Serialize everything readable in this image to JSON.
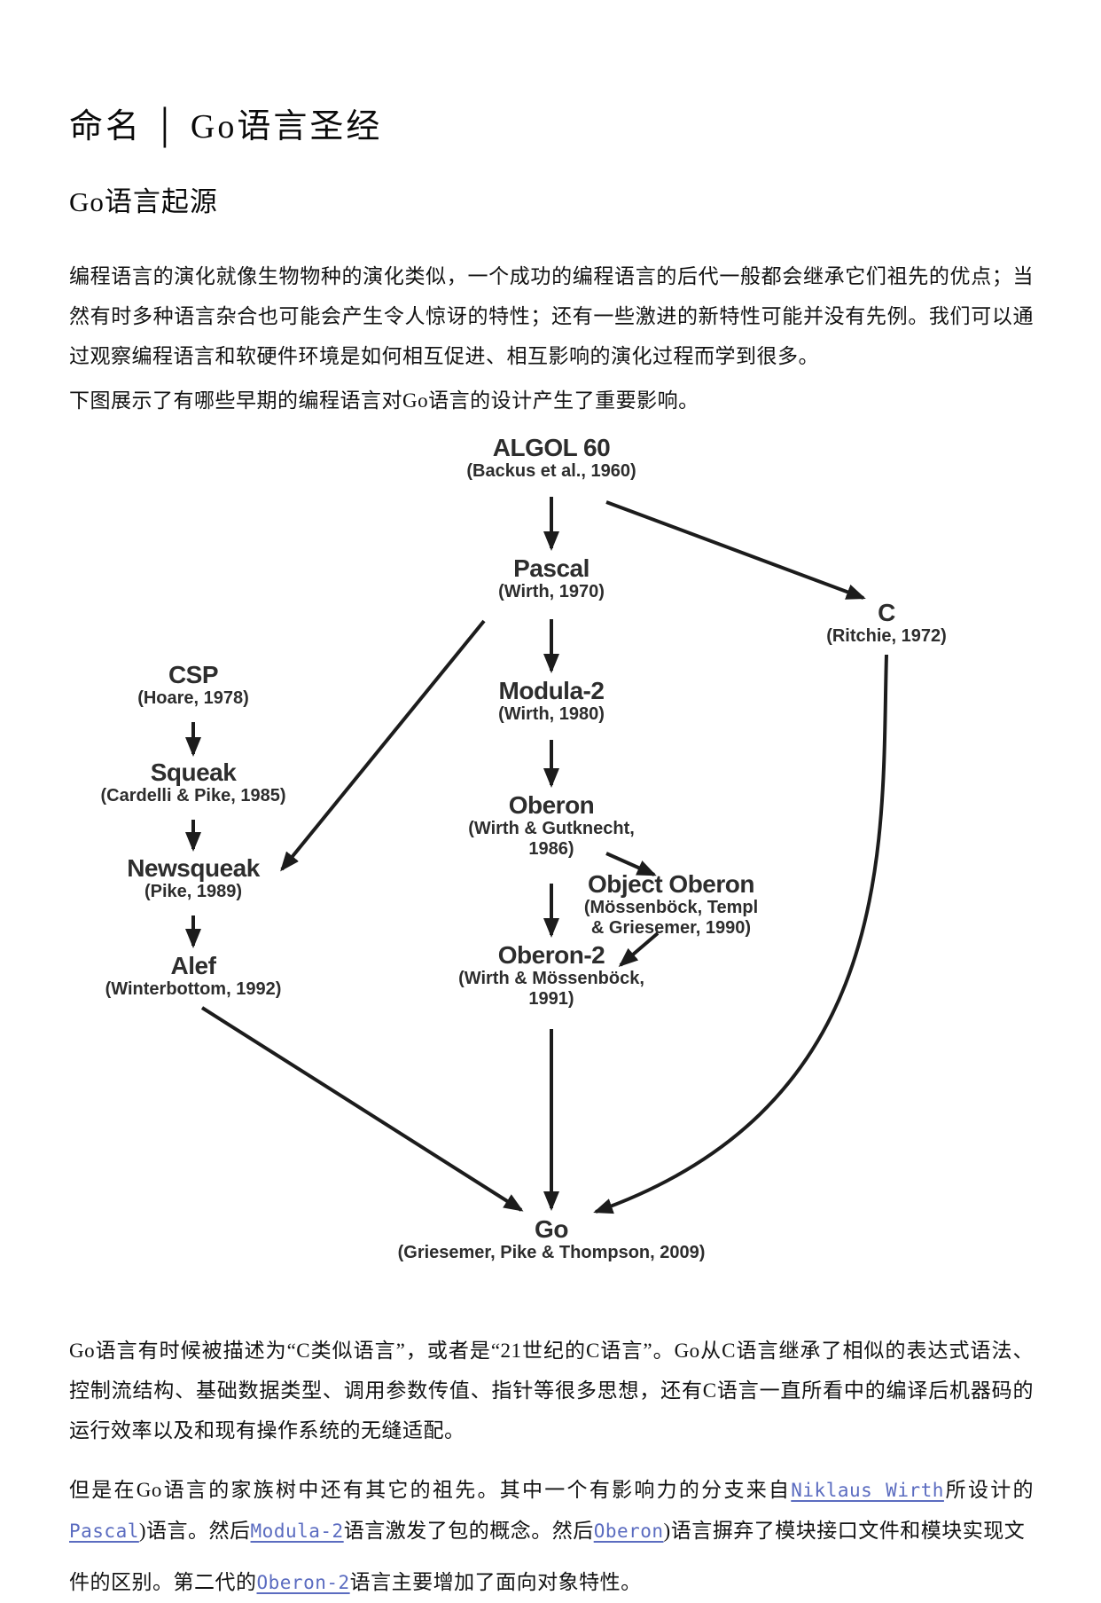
{
  "colors": {
    "link": "#5b6cc0",
    "text": "#111111",
    "diagram_ink": "#1c1c1c"
  },
  "page": {
    "title": "命名 │ Go语言圣经",
    "section_heading": "Go语言起源",
    "paragraph1": "编程语言的演化就像生物物种的演化类似，一个成功的编程语言的后代一般都会继承它们祖先的优点；当然有时多种语言杂合也可能会产生令人惊讶的特性；还有一些激进的新特性可能并没有先例。我们可以通过观察编程语言和软硬件环境是如何相互促进、相互影响的演化过程而学到很多。",
    "paragraph2": "下图展示了有哪些早期的编程语言对Go语言的设计产生了重要影响。",
    "paragraph3": "Go语言有时候被描述为“C类似语言”，或者是“21世纪的C语言”。Go从C语言继承了相似的表达式语法、控制流结构、基础数据类型、调用参数传值、指针等很多思想，还有C语言一直所看中的编译后机器码的运行效率以及和现有操作系统的无缝适配。",
    "paragraph4": {
      "t1": "但是在Go语言的家族树中还有其它的祖先。其中一个有影响力的分支来自",
      "link1": "Niklaus Wirth",
      "t2": "所设计的",
      "link2": "Pascal",
      "t3": ")语言。然后",
      "link3": "Modula-2",
      "t4": "语言激发了包的概念。然后",
      "link4": "Oberon",
      "t5": ")语言摒弃了模块接口文件和模块实现文"
    },
    "paragraph5_partial": {
      "t1": "件的区别。第二代的",
      "link1": "Oberon-2",
      "t2": "语言主要增加了面向对象特性。"
    }
  },
  "diagram": {
    "type": "language-family-tree",
    "nodes": [
      {
        "name": "ALGOL 60",
        "sub": "(Backus et al., 1960)"
      },
      {
        "name": "Pascal",
        "sub": "(Wirth, 1970)"
      },
      {
        "name": "C",
        "sub": "(Ritchie, 1972)"
      },
      {
        "name": "CSP",
        "sub": "(Hoare, 1978)"
      },
      {
        "name": "Modula-2",
        "sub": "(Wirth, 1980)"
      },
      {
        "name": "Squeak",
        "sub": "(Cardelli & Pike, 1985)"
      },
      {
        "name": "Oberon",
        "sub": "(Wirth & Gutknecht,\n1986)"
      },
      {
        "name": "Newsqueak",
        "sub": "(Pike, 1989)"
      },
      {
        "name": "Object Oberon",
        "sub": "(Mössenböck, Templ\n& Griesemer, 1990)"
      },
      {
        "name": "Alef",
        "sub": "(Winterbottom, 1992)"
      },
      {
        "name": "Oberon-2",
        "sub": "(Wirth & Mössenböck,\n1991)"
      },
      {
        "name": "Go",
        "sub": "(Griesemer, Pike & Thompson, 2009)"
      }
    ],
    "edges": [
      [
        "ALGOL 60",
        "Pascal"
      ],
      [
        "ALGOL 60",
        "C"
      ],
      [
        "Pascal",
        "Modula-2"
      ],
      [
        "Pascal",
        "Newsqueak"
      ],
      [
        "CSP",
        "Squeak"
      ],
      [
        "Squeak",
        "Newsqueak"
      ],
      [
        "Newsqueak",
        "Alef"
      ],
      [
        "Modula-2",
        "Oberon"
      ],
      [
        "Oberon",
        "Object Oberon"
      ],
      [
        "Oberon",
        "Oberon-2"
      ],
      [
        "Object Oberon",
        "Oberon-2"
      ],
      [
        "Alef",
        "Go"
      ],
      [
        "Oberon-2",
        "Go"
      ],
      [
        "C",
        "Go"
      ]
    ]
  }
}
